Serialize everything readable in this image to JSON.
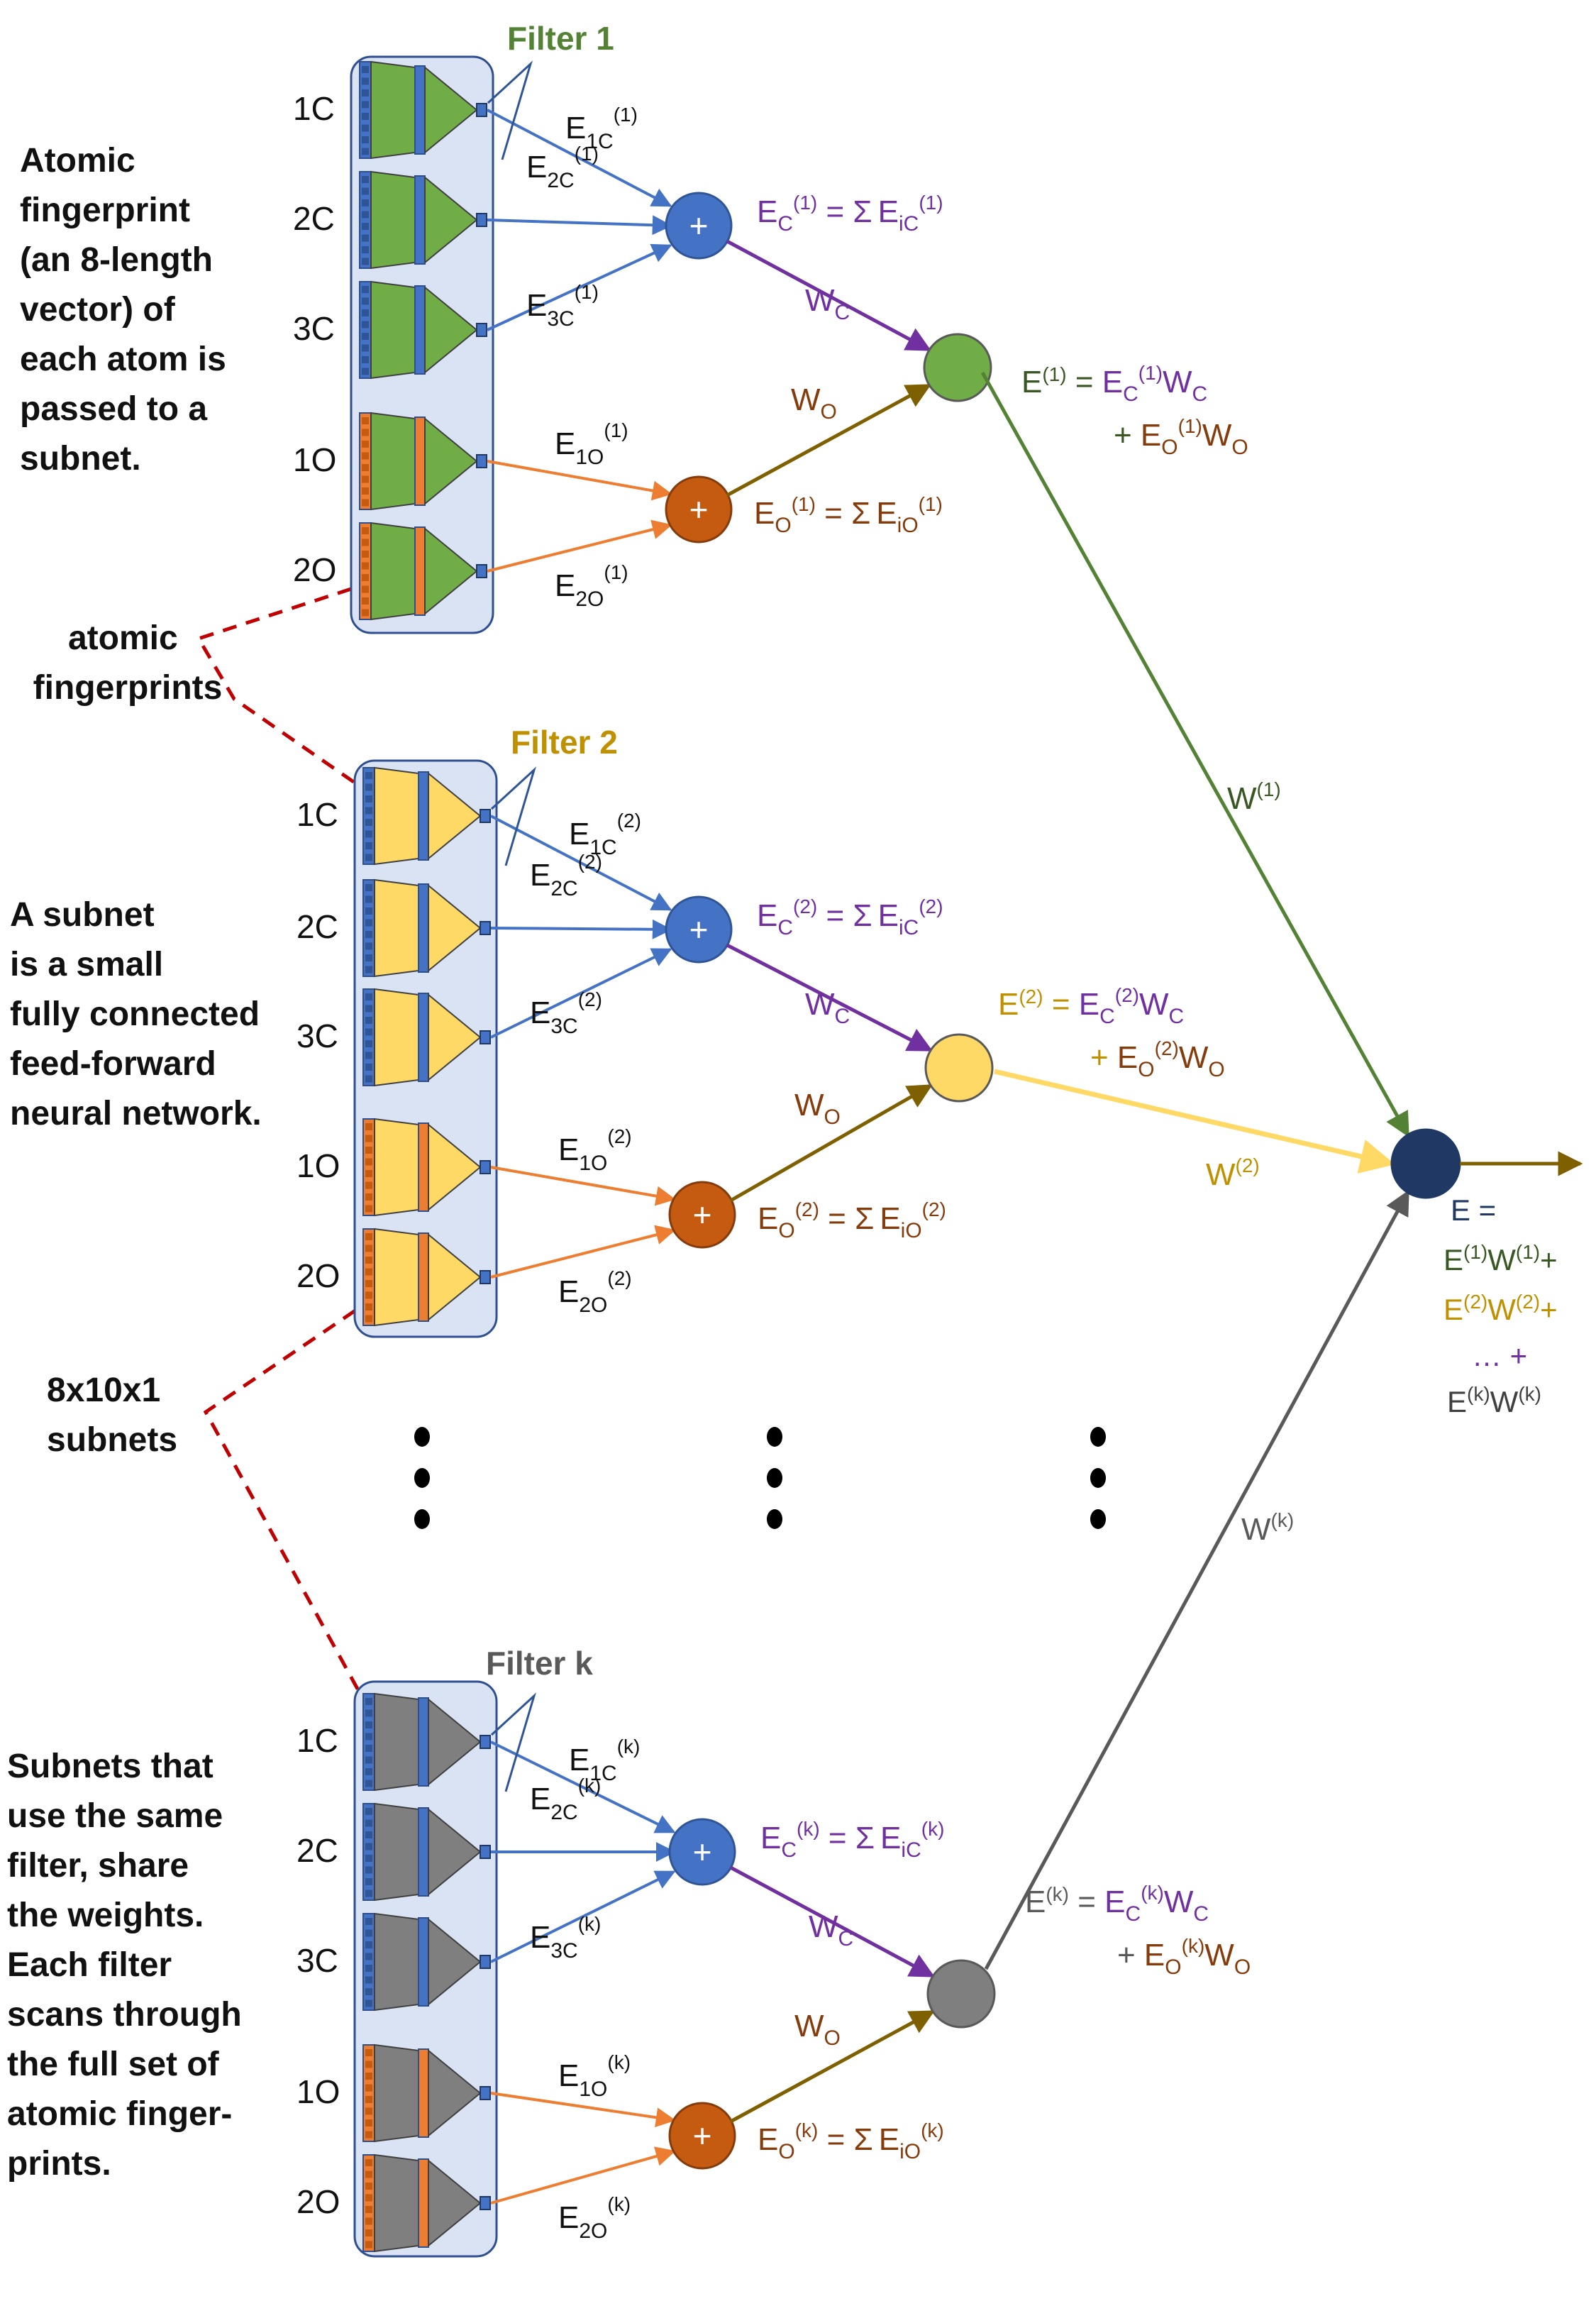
{
  "colors": {
    "carbon_arrow": "#4472c4",
    "oxygen_arrow": "#ed7d31",
    "sum_carbon": "#4472c4",
    "sum_oxygen": "#c55a11",
    "purple": "#7030a0",
    "olive": "#7f6000",
    "filter1": "#70ad47",
    "filter1_text": "#548235",
    "filter2": "#ffd966",
    "filter2_text": "#bf9000",
    "filterk": "#7f7f7f",
    "filterk_text": "#595959",
    "final_node": "#1f3864",
    "dashed": "#c00000"
  },
  "left_notes": {
    "note1": [
      "Atomic",
      "fingerprint",
      "(an 8-length",
      "vector) of",
      "each atom is",
      "passed to a",
      "subnet."
    ],
    "fingerprints_label": [
      "atomic",
      "fingerprints"
    ],
    "note2": [
      "A subnet",
      "is a small",
      "fully connected",
      "feed-forward",
      "neural network."
    ],
    "subnets_label": [
      "8x10x1",
      "subnets"
    ],
    "note3": [
      "Subnets that",
      "use the same",
      "filter, share",
      "the weights.",
      "Each filter",
      "scans through",
      "the full set of",
      "atomic finger-",
      "prints."
    ]
  },
  "row_labels": [
    "1C",
    "2C",
    "3C",
    "1O",
    "2O"
  ],
  "plus_symbol": "+",
  "filters": [
    {
      "title": "Filter 1",
      "sup": "(1)",
      "fill": "#70ad47",
      "title_color": "#548235",
      "out_node_color": "#70ad47",
      "out_label_color": "#385723",
      "out_label": {
        "lhs": "E",
        "eq": " = ",
        "rhs1": "E",
        "sub1": "C",
        "w1": "W",
        "w1sub": "C",
        "plus": "+ ",
        "rhs2": "E",
        "sub2": "O",
        "w2": "W",
        "w2sub": "O"
      },
      "w_label": "W"
    },
    {
      "title": "Filter 2",
      "sup": "(2)",
      "fill": "#ffd966",
      "title_color": "#bf9000",
      "out_node_color": "#ffd966",
      "out_label_color": "#bf9000",
      "out_label": {
        "lhs": "E",
        "eq": " = ",
        "rhs1": "E",
        "sub1": "C",
        "w1": "W",
        "w1sub": "C",
        "plus": "+ ",
        "rhs2": "E",
        "sub2": "O",
        "w2": "W",
        "w2sub": "O"
      },
      "w_label": "W"
    },
    {
      "title": "Filter k",
      "sup": "(k)",
      "fill": "#7f7f7f",
      "title_color": "#595959",
      "out_node_color": "#7f7f7f",
      "out_label_color": "#595959",
      "out_label": {
        "lhs": "E",
        "eq": " = ",
        "rhs1": "E",
        "sub1": "C",
        "w1": "W",
        "w1sub": "C",
        "plus": "+ ",
        "rhs2": "E",
        "sub2": "O",
        "w2": "W",
        "w2sub": "O"
      },
      "w_label": "W"
    }
  ],
  "edge_labels": {
    "E": "E",
    "c_subs": [
      "1C",
      "2C",
      "3C"
    ],
    "o_subs": [
      "1O",
      "2O"
    ],
    "sum_c": {
      "lhs": "E",
      "sub": "C",
      "eq": " = ",
      "sigma": "Σ",
      "rhs": "E",
      "rsub": "iC"
    },
    "sum_o": {
      "lhs": "E",
      "sub": "O",
      "eq": " = ",
      "sigma": "Σ",
      "rhs": "E",
      "rsub": "iO"
    },
    "wc": {
      "main": "W",
      "sub": "C"
    },
    "wo": {
      "main": "W",
      "sub": "O"
    }
  },
  "final": {
    "title": "E =",
    "term": {
      "e": "E",
      "w": "W",
      "plus": "+"
    },
    "terms_sups": [
      "(1)",
      "(2)"
    ],
    "ellipsis": "… +",
    "last": {
      "e": "E",
      "w": "W",
      "sup": "(k)"
    }
  }
}
